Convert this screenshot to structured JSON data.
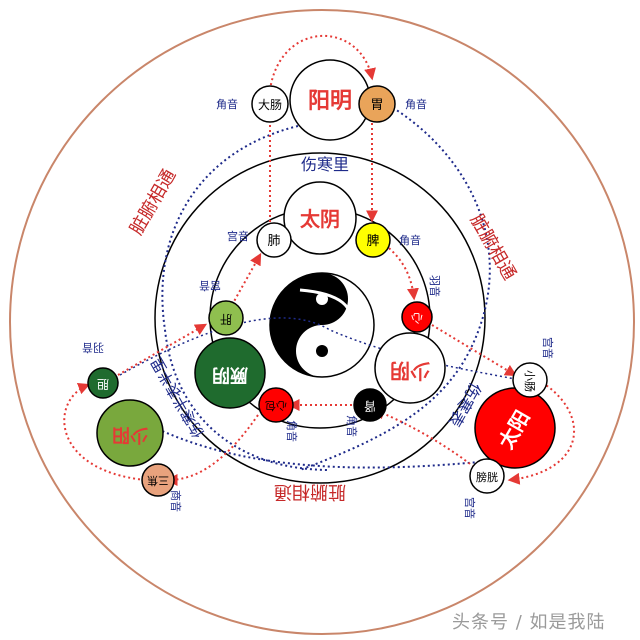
{
  "diagram": {
    "outer_ring_color": "#c9866a",
    "sections": {
      "yangming": {
        "main": "阳明",
        "left_organ": "大肠",
        "right_organ": "胃",
        "left_note": "角音",
        "right_note": "角音",
        "label": "伤寒里"
      },
      "taiyin": {
        "main": "太阴",
        "left_organ": "肺",
        "right_organ": "脾",
        "left_note": "宫音",
        "right_note": "角音"
      },
      "shaoyang": {
        "main": "少阳",
        "left_organ": "胆",
        "bottom_organ": "三焦",
        "left_note": "羽音",
        "bottom_note": "商音"
      },
      "jueyin": {
        "main": "厥阴",
        "left_organ": "肝",
        "bottom_organ": "心包",
        "left_note": "宫音",
        "bottom_note": "角音",
        "label": "伤寒半表半里"
      },
      "shaoyin": {
        "main": "少阴",
        "top_organ": "心",
        "bottom_organ": "肾",
        "top_note": "羽音",
        "bottom_note": "角音",
        "label": "伤寒表"
      },
      "taiyang": {
        "main": "太阳",
        "top_organ": "小肠",
        "bottom_organ": "膀胱",
        "top_note": "宫音",
        "bottom_note": "宫音"
      }
    },
    "connection_labels": {
      "top_left": "脏腑相通",
      "top_right": "脏腑相通",
      "bottom": "脏腑相通"
    },
    "colors": {
      "red": "#ff0000",
      "dark_green": "#1f6b2e",
      "olive": "#8fbf4f",
      "green": "#79a83d",
      "yellow": "#ffff00",
      "orange": "#e9a45a",
      "peach": "#e8a27d",
      "navy": "#1e2a8a",
      "label_red": "#c62828"
    }
  },
  "watermark": "头条号 / 如是我陆"
}
